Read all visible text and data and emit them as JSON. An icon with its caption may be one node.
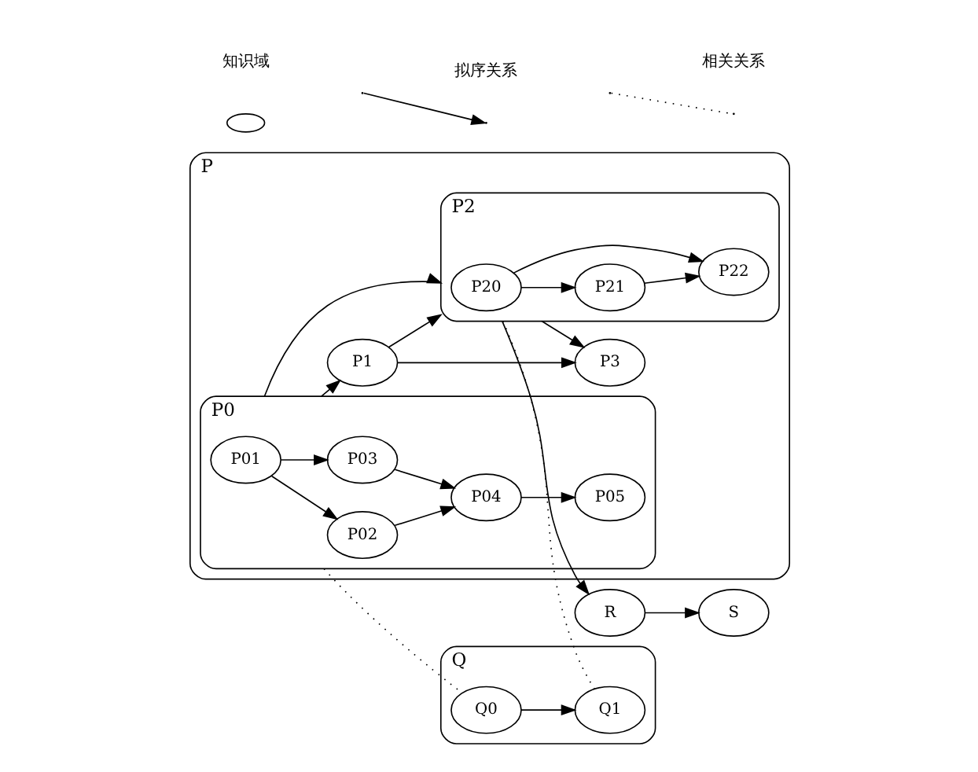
{
  "diagram": {
    "nodes": [
      {
        "text": [
          "P"
        ]
      },
      {
        "text": [
          "P0"
        ],
        "in": 0
      },
      {
        "text": [
          "P01"
        ],
        "in": 1
      },
      {
        "text": [
          "P02"
        ],
        "in": 1
      },
      {
        "text": [
          "P03"
        ],
        "in": 1
      },
      {
        "text": [
          "P04"
        ],
        "in": 1
      },
      {
        "text": [
          "P05"
        ],
        "in": 1
      },
      {
        "text": [
          "P1"
        ],
        "in": 0
      },
      {
        "text": [
          "P3"
        ],
        "in": 0
      },
      {
        "text": [
          "P2"
        ],
        "in": 0
      },
      {
        "text": [
          "P20"
        ],
        "in": 9
      },
      {
        "text": [
          "P21"
        ],
        "in": 9
      },
      {
        "text": [
          "P22"
        ],
        "in": 9
      },
      {
        "text": [
          "Q"
        ]
      },
      {
        "text": [
          "Q0"
        ],
        "in": 13
      },
      {
        "text": [
          "Q1"
        ],
        "in": 13
      },
      {
        "text": [
          "R"
        ]
      },
      {
        "text": [
          "S"
        ]
      }
    ],
    "edges": [
      {
        "from": 2,
        "to": 3,
        "arrow": "to"
      },
      {
        "from": 2,
        "to": 4,
        "arrow": "to"
      },
      {
        "from": 3,
        "to": 5,
        "arrow": "to"
      },
      {
        "from": 4,
        "to": 5,
        "arrow": "to"
      },
      {
        "from": 5,
        "to": 6,
        "arrow": "to"
      },
      {
        "from": 1,
        "to": 7,
        "arrow": "to"
      },
      {
        "from": 1,
        "to": 9,
        "arrow": "to"
      },
      {
        "from": 7,
        "to": 8,
        "arrow": "to"
      },
      {
        "from": 7,
        "to": 9,
        "arrow": "to"
      },
      {
        "from": 9,
        "to": 8,
        "arrow": "to"
      },
      {
        "from": 10,
        "to": 11,
        "arrow": "to"
      },
      {
        "from": 10,
        "to": 12,
        "arrow": "to"
      },
      {
        "from": 11,
        "to": 12,
        "arrow": "to"
      },
      {
        "from": 9,
        "to": 16,
        "arrow": "to"
      },
      {
        "from": 16,
        "to": 17,
        "arrow": "to"
      },
      {
        "from": 14,
        "to": 15,
        "arrow": "to"
      },
      {
        "from": 1,
        "to": 14,
        "arrow": "none",
        "style": "dashed"
      },
      {
        "from": 9,
        "to": 15,
        "arrow": "none",
        "style": "dashed"
      }
    ],
    "legend": [
      {
        "text": "知识域"
      },
      {
        "text": "拟序关系"
      },
      {
        "text": "相关关系"
      }
    ]
  }
}
